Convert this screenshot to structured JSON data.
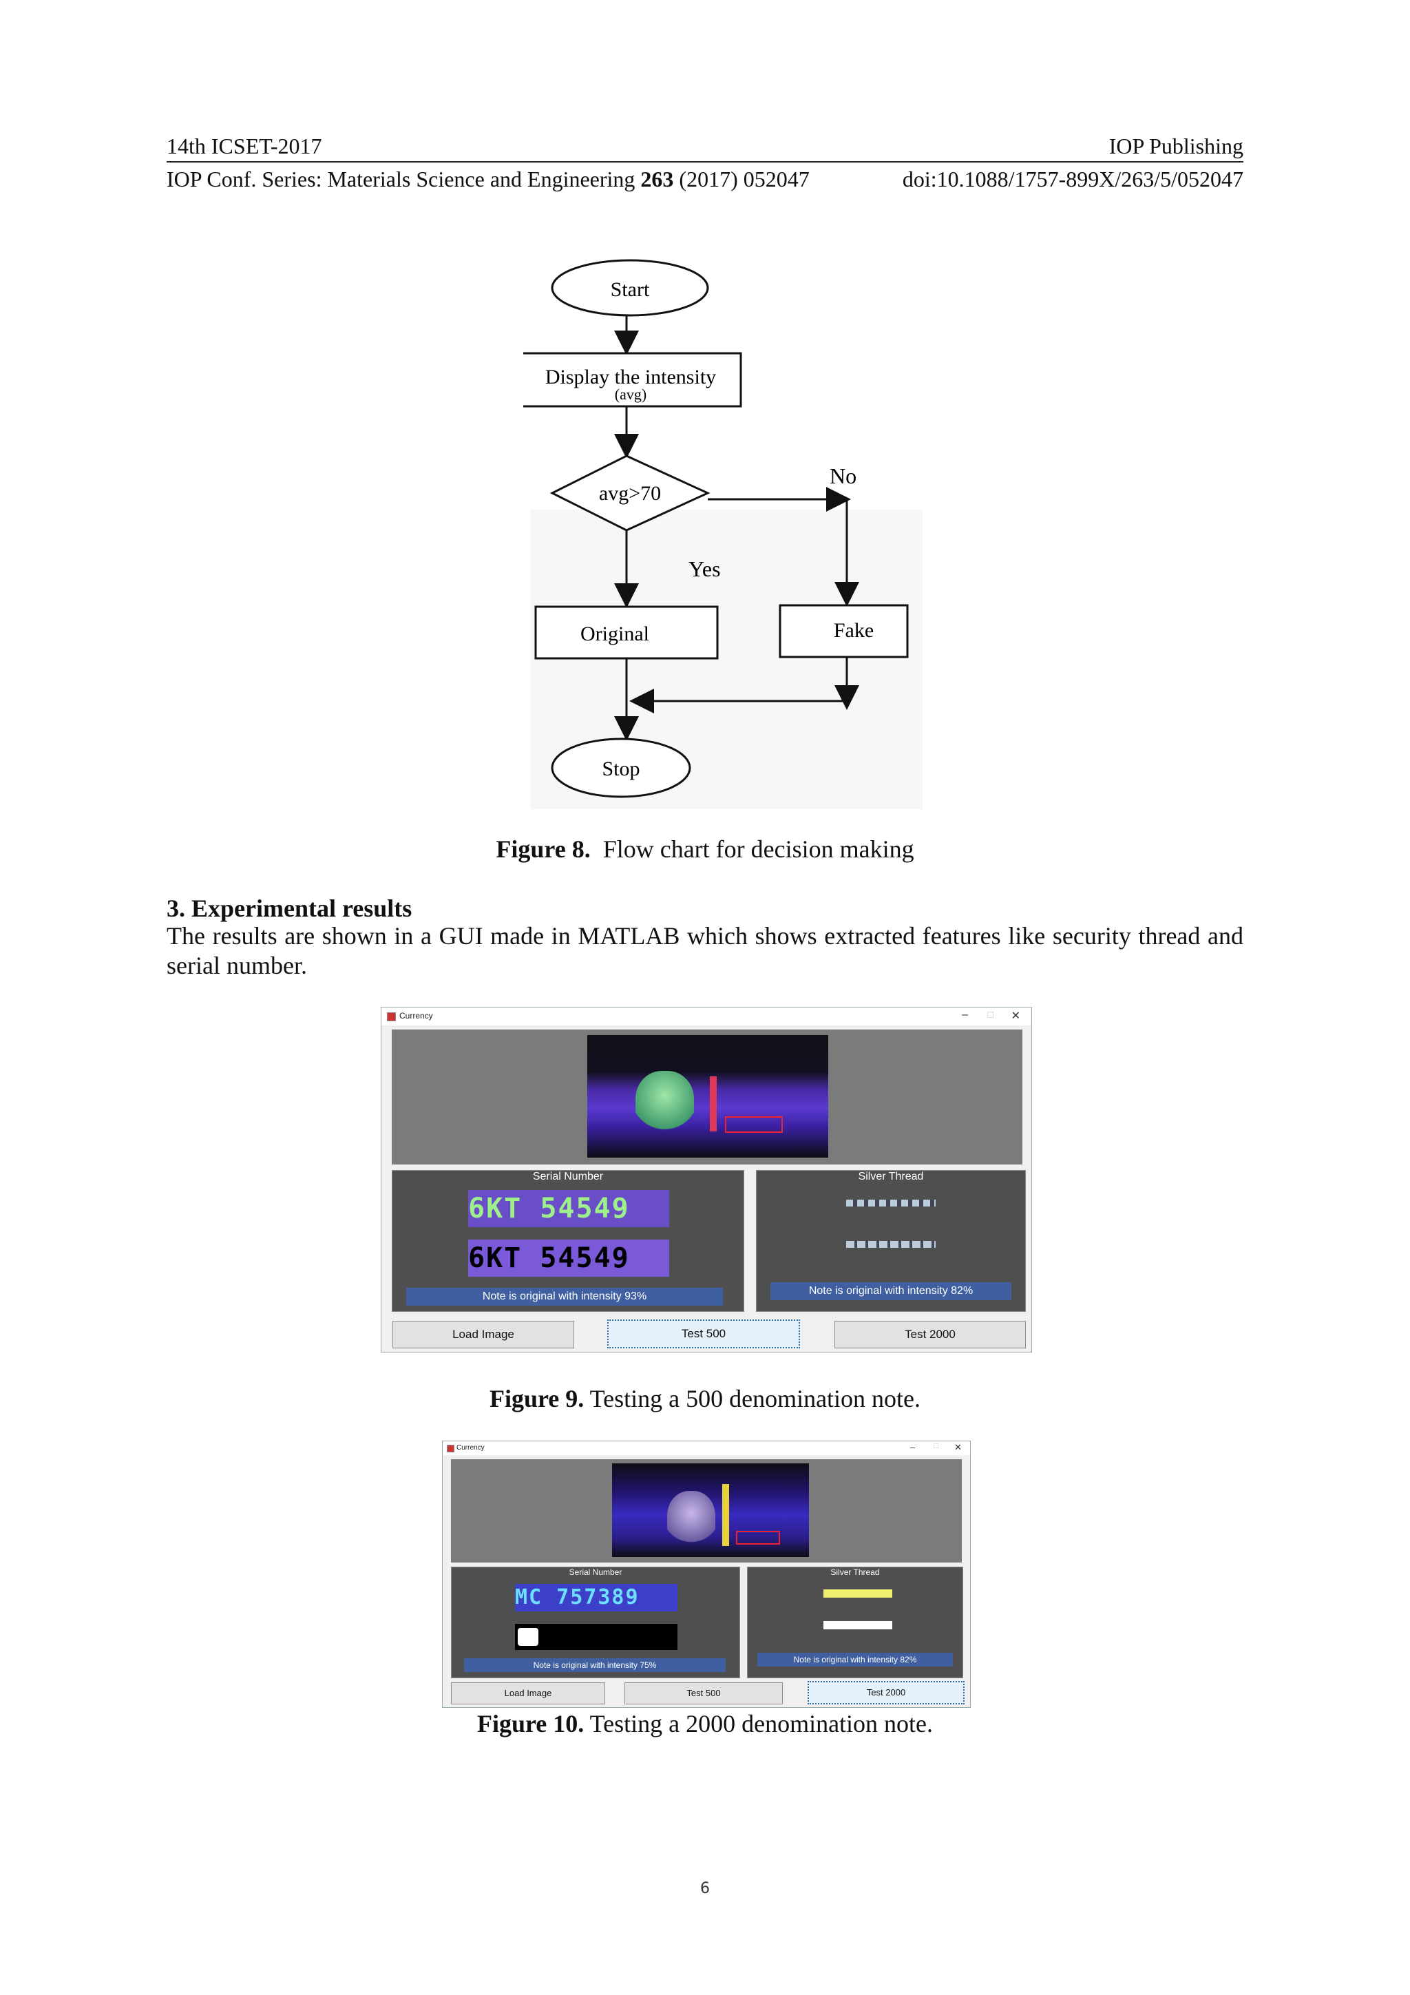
{
  "header": {
    "conference": "14th ICSET-2017",
    "publisher": "IOP Publishing",
    "series_prefix": "IOP Conf. Series: Materials Science and Engineering ",
    "volume": "263",
    "series_suffix": " (2017) 052047",
    "doi": "doi:10.1088/1757-899X/263/5/052047"
  },
  "flowchart": {
    "start": "Start",
    "display": "Display the intensity",
    "display_sub": "(avg)",
    "decision": "avg>70",
    "no": "No",
    "yes": "Yes",
    "original": "Original",
    "fake": "Fake",
    "stop": "Stop"
  },
  "fig8": {
    "label": "Figure 8.",
    "text": "Flow chart for decision making"
  },
  "section": {
    "heading": "3. Experimental results",
    "body": "The results are shown in a GUI made in MATLAB which shows extracted features like security thread and serial number."
  },
  "gui1": {
    "title": "Currency",
    "serial_title": "Serial Number",
    "serial_value": "6KT 54549",
    "serial_value_2": "6KT 54549",
    "silver_title": "Silver Thread",
    "serial_status": "Note is original with intensity 93%",
    "silver_status": "Note is original with intensity 82%",
    "btn_load": "Load Image",
    "btn_500": "Test 500",
    "btn_2000": "Test 2000"
  },
  "fig9": {
    "label": "Figure 9.",
    "text": "Testing a 500 denomination note."
  },
  "gui2": {
    "title": "Currency",
    "serial_title": "Serial Number",
    "serial_value": "MC 757389",
    "silver_title": "Silver Thread",
    "serial_status": "Note is original with intensity 75%",
    "silver_status": "Note is original with intensity 82%",
    "btn_load": "Load Image",
    "btn_500": "Test 500",
    "btn_2000": "Test 2000"
  },
  "fig10": {
    "label": "Figure 10.",
    "text": "Testing a 2000 denomination note."
  },
  "page_number": "6"
}
